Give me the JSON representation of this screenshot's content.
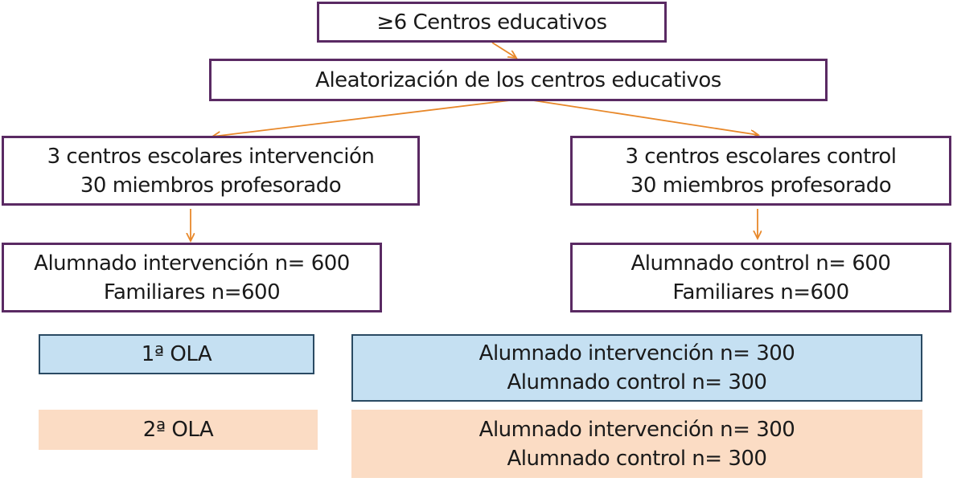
{
  "diagram": {
    "top_box": "≥6 Centros educativos",
    "randomization_box": "Aleatorización de los centros educativos",
    "intervention_schools": {
      "line1": "3 centros escolares intervención",
      "line2": "30 miembros profesorado"
    },
    "control_schools": {
      "line1": "3 centros escolares control",
      "line2": "30 miembros profesorado"
    },
    "intervention_students": {
      "line1": "Alumnado intervención n= 600",
      "line2": "Familiares n=600"
    },
    "control_students": {
      "line1": "Alumnado control n= 600",
      "line2": "Familiares n=600"
    },
    "wave1": {
      "label": "1ª OLA",
      "line1": "Alumnado intervención n= 300",
      "line2": "Alumnado control n= 300"
    },
    "wave2": {
      "label": "2ª OLA",
      "line1": "Alumnado intervención n= 300",
      "line2": "Alumnado control n= 300"
    }
  },
  "colors": {
    "box_border": "#5a2a63",
    "arrow": "#e8882a",
    "wave1_fill": "#c5e0f2",
    "wave2_fill": "#fbdcc4"
  }
}
